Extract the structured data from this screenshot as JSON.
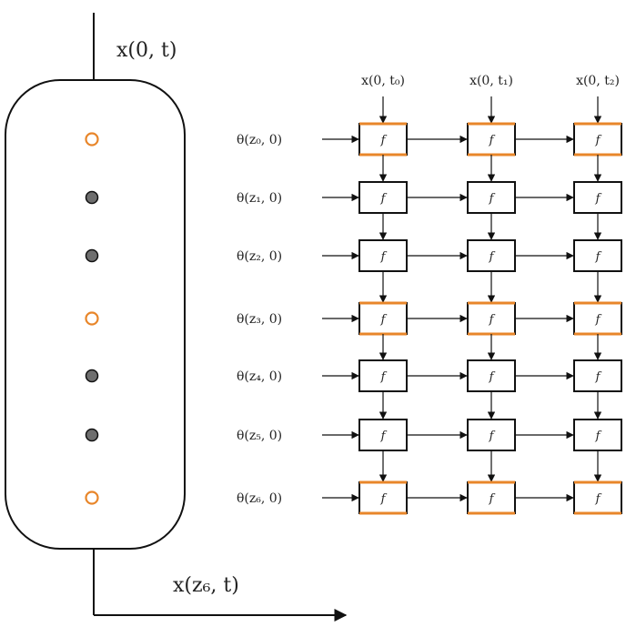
{
  "column": {
    "input_label": "x(0, t)",
    "output_label": "x(z₆, t)",
    "nodes": [
      {
        "id": "z0",
        "style": "hollow"
      },
      {
        "id": "z1",
        "style": "filled"
      },
      {
        "id": "z2",
        "style": "filled"
      },
      {
        "id": "z3",
        "style": "hollow"
      },
      {
        "id": "z4",
        "style": "filled"
      },
      {
        "id": "z5",
        "style": "filled"
      },
      {
        "id": "z6",
        "style": "hollow"
      }
    ]
  },
  "grid": {
    "col_labels": [
      "x(0, t₀)",
      "x(0, t₁)",
      "x(0, t₂)"
    ],
    "row_labels": [
      "θ(z₀, 0)",
      "θ(z₁, 0)",
      "θ(z₂, 0)",
      "θ(z₃, 0)",
      "θ(z₄, 0)",
      "θ(z₅, 0)",
      "θ(z₆, 0)"
    ],
    "cell_label": "f",
    "highlight_rows": [
      0,
      3,
      6
    ]
  },
  "colors": {
    "highlight": "#e8862a",
    "node_fill": "#6e6e6e",
    "line": "#111111"
  }
}
